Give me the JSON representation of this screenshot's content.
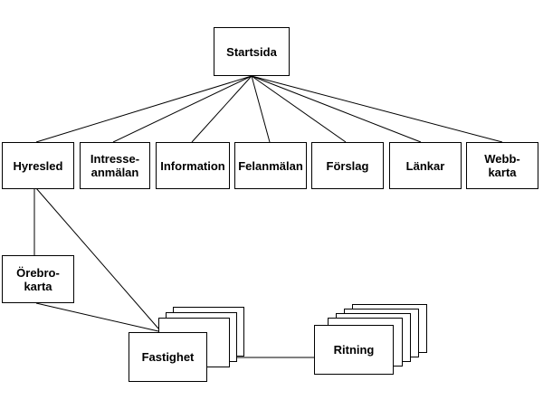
{
  "diagram": {
    "root": {
      "label": "Startsida"
    },
    "level1": [
      {
        "id": "hyresled",
        "label": "Hyresled"
      },
      {
        "id": "intresse",
        "label": "Intresse-\nanmälan"
      },
      {
        "id": "information",
        "label": "Information"
      },
      {
        "id": "felanmalan",
        "label": "Felanmälan"
      },
      {
        "id": "forslag",
        "label": "Förslag"
      },
      {
        "id": "lankar",
        "label": "Länkar"
      },
      {
        "id": "webbkarta",
        "label": "Webb-\nkarta"
      }
    ],
    "orebro": {
      "label": "Örebro-\nkarta"
    },
    "fastighet": {
      "label": "Fastighet"
    },
    "ritning": {
      "label": "Ritning"
    }
  },
  "colors": {
    "line": "#000000",
    "box_fill": "#ffffff",
    "text": "#000000"
  }
}
